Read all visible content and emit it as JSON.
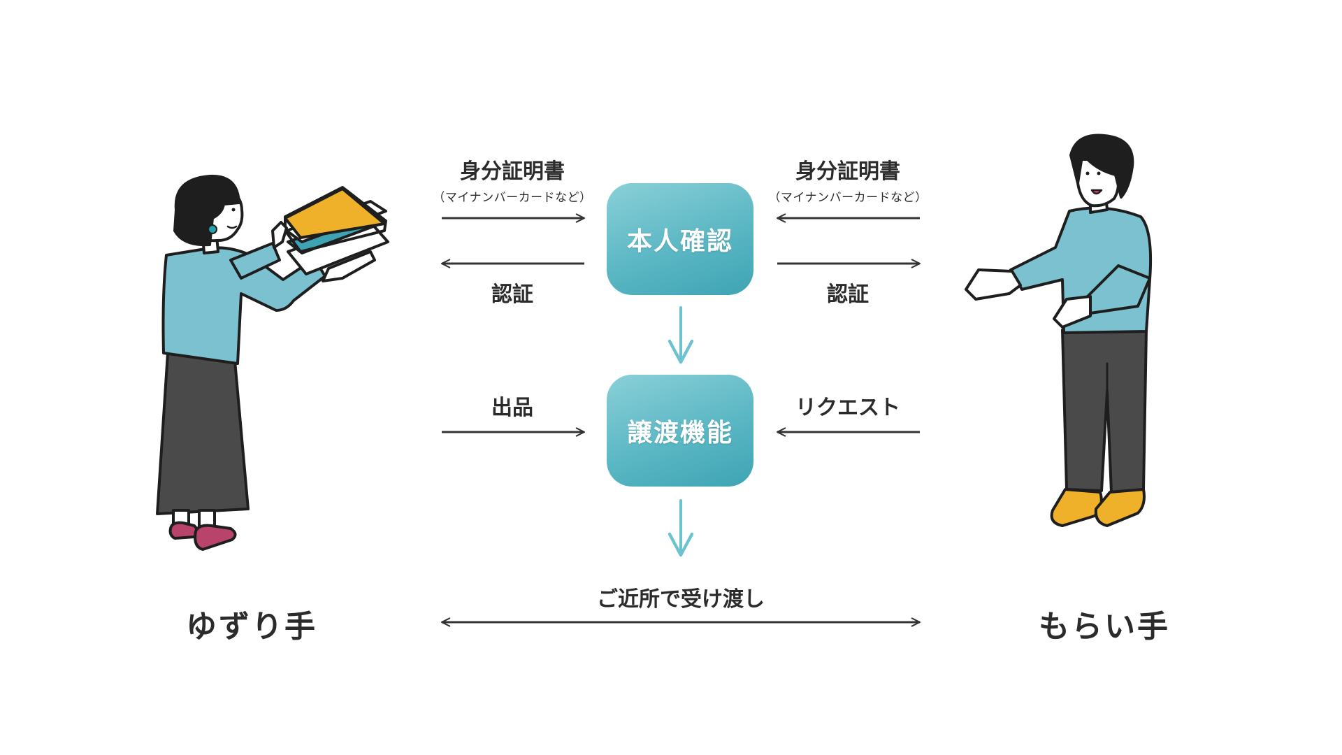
{
  "nodes": {
    "identity_check": "本人確認",
    "transfer_function": "譲渡機能"
  },
  "left": {
    "id_document": "身分証明書",
    "id_document_note": "（マイナンバーカードなど）",
    "auth": "認証",
    "listing": "出品",
    "role": "ゆずり手"
  },
  "right": {
    "id_document": "身分証明書",
    "id_document_note": "（マイナンバーカードなど）",
    "auth": "認証",
    "request": "リクエスト",
    "role": "もらい手"
  },
  "handover": "ご近所で受け渡し",
  "colors": {
    "node": "#5bb7c4",
    "flow_arrow": "#6cc3cf",
    "line": "#333333",
    "shirt": "#7cc1cf",
    "pants": "#4a4a4a",
    "book_top": "#f0b12a",
    "giver_shoes": "#b8436b",
    "receiver_shoes": "#f0b12a"
  }
}
